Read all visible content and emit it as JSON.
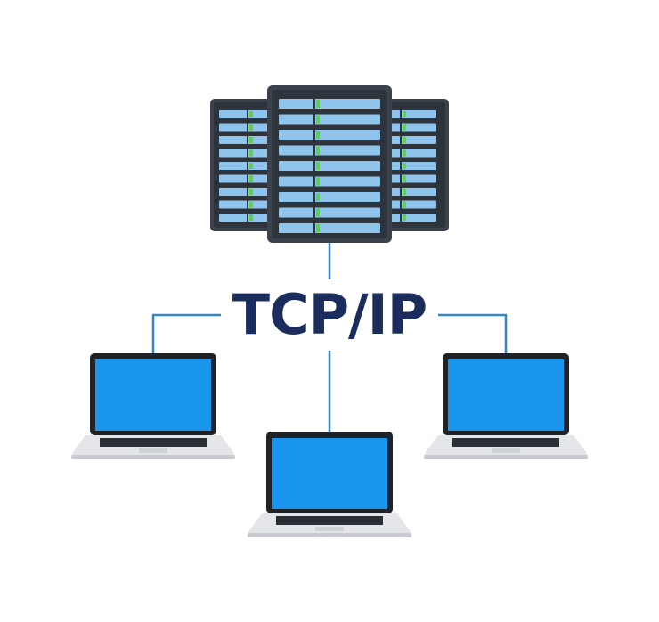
{
  "diagram": {
    "label": "TCP/IP",
    "nodes": [
      {
        "id": "server-rack",
        "kind": "server",
        "units": 9
      },
      {
        "id": "laptop-left",
        "kind": "laptop"
      },
      {
        "id": "laptop-center",
        "kind": "laptop"
      },
      {
        "id": "laptop-right",
        "kind": "laptop"
      }
    ],
    "links": [
      {
        "from": "server-rack",
        "to": "laptop-left"
      },
      {
        "from": "server-rack",
        "to": "laptop-center"
      },
      {
        "from": "server-rack",
        "to": "laptop-right"
      }
    ],
    "colors": {
      "line": "#2f86d0",
      "text": "#1b2d5c",
      "server_body": "#3b424b",
      "server_slot": "#8fc4ec",
      "led": "#5ccf54",
      "screen": "#1a95ee",
      "laptop_frame": "#1f2227",
      "keyboard_base": "#e3e5e8"
    }
  }
}
